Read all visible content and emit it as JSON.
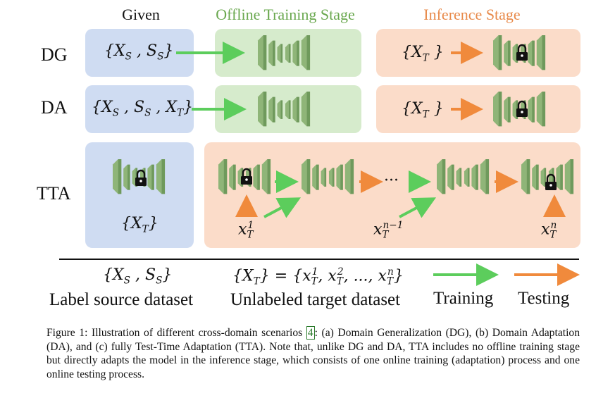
{
  "headers": {
    "given": "Given",
    "offline": "Offline Training Stage",
    "inference": "Inference Stage"
  },
  "colors": {
    "offline_header": "#6aa84f",
    "inference_header": "#e88a4a",
    "given_box": "#cfdcf2",
    "offline_box": "#d6ebcc",
    "inference_box": "#fbdcc9",
    "train_arrow": "#5ccd5c",
    "test_arrow": "#f08a3c",
    "network": "#8fb578"
  },
  "rows": {
    "dg": {
      "label": "DG",
      "given": "{X_S , S_S}",
      "inference_input": "{X_T }"
    },
    "da": {
      "label": "DA",
      "given": "{X_S , S_S , X_T}",
      "inference_input": "{X_T }"
    },
    "tta": {
      "label": "TTA",
      "given": "{X_T}",
      "sample_first": "x_T^1",
      "sample_mid": "x_T^{n-1}",
      "sample_last": "x_T^n",
      "ellipsis": "···"
    }
  },
  "legend": {
    "source_set": "{X_S , S_S}",
    "source_label": "Label source dataset",
    "target_set": "{X_T} = {x_T^1, x_T^2, ..., x_T^n}",
    "target_label": "Unlabeled target dataset",
    "training": "Training",
    "testing": "Testing"
  },
  "caption": {
    "prefix": "Figure 1: Illustration of different cross-domain scenarios",
    "cite": "4",
    "body": ": (a) Domain Generalization (DG), (b) Domain Adaptation (DA), and (c) fully Test-Time Adaptation (TTA). Note that, unlike DG and DA, TTA includes no offline training stage but directly adapts the model in the inference stage, which consists of one online training (adaptation) process and one online testing process."
  },
  "icons": [
    "network-icon",
    "lock-icon",
    "train-arrow",
    "test-arrow"
  ]
}
